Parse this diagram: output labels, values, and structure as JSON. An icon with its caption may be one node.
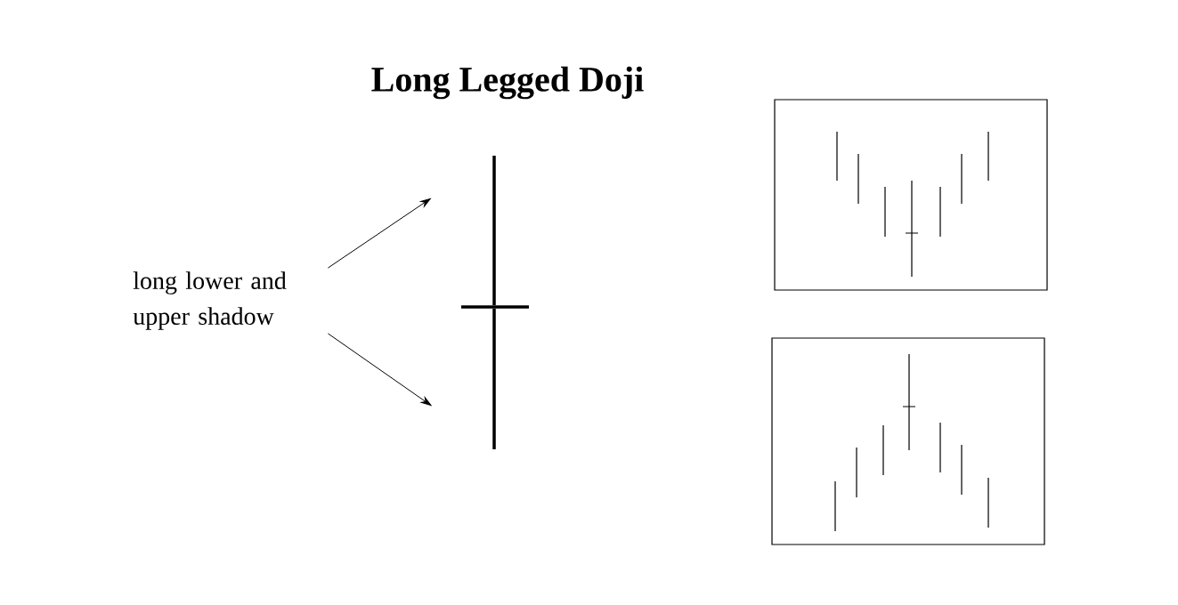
{
  "diagram": {
    "title": "Long Legged Doji",
    "nodes": [
      {
        "text": [
          "long lower and upper shadow"
        ]
      },
      {
        "text": [],
        "shape": "bar"
      },
      {
        "text": [],
        "shape": "bar"
      }
    ],
    "edges": [
      {
        "from": 0,
        "to": 1,
        "arrow": "to"
      },
      {
        "from": 0,
        "to": 2,
        "arrow": "to"
      }
    ]
  }
}
